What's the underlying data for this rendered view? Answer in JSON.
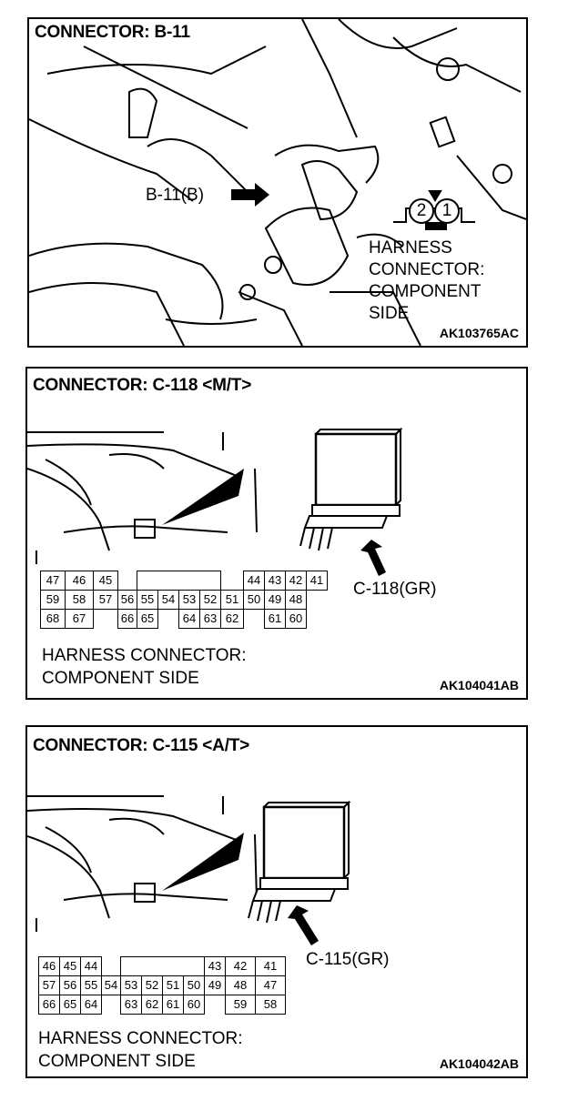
{
  "panels": [
    {
      "title": "CONNECTOR: B-11",
      "pointer_label": "B-11(B)",
      "pins": [
        "2",
        "1"
      ],
      "harness_lines": [
        "HARNESS",
        "CONNECTOR:",
        "COMPONENT",
        "SIDE"
      ],
      "code": "AK103765AC"
    },
    {
      "title": "CONNECTOR: C-118 <M/T>",
      "pointer_label": "C-118(GR)",
      "grid": [
        [
          "47",
          "46",
          "45",
          "",
          "",
          "",
          "",
          "",
          "",
          "44",
          "43",
          "42",
          "41"
        ],
        [
          "59",
          "58",
          "57",
          "56",
          "55",
          "54",
          "53",
          "52",
          "51",
          "50",
          "49",
          "48"
        ],
        [
          "68",
          "67",
          "",
          "66",
          "65",
          "",
          "64",
          "63",
          "62",
          "",
          "61",
          "60"
        ]
      ],
      "harness_lines": [
        "HARNESS CONNECTOR:",
        "COMPONENT SIDE"
      ],
      "code": "AK104041AB"
    },
    {
      "title": "CONNECTOR: C-115 <A/T>",
      "pointer_label": "C-115(GR)",
      "grid": [
        [
          "46",
          "45",
          "44",
          "",
          "",
          "",
          "",
          "",
          "43",
          "42",
          "41"
        ],
        [
          "57",
          "56",
          "55",
          "54",
          "53",
          "52",
          "51",
          "50",
          "49",
          "48",
          "47"
        ],
        [
          "66",
          "65",
          "64",
          "",
          "63",
          "62",
          "61",
          "60",
          "",
          "59",
          "58"
        ]
      ],
      "harness_lines": [
        "HARNESS CONNECTOR:",
        "COMPONENT SIDE"
      ],
      "code": "AK104042AB"
    }
  ]
}
